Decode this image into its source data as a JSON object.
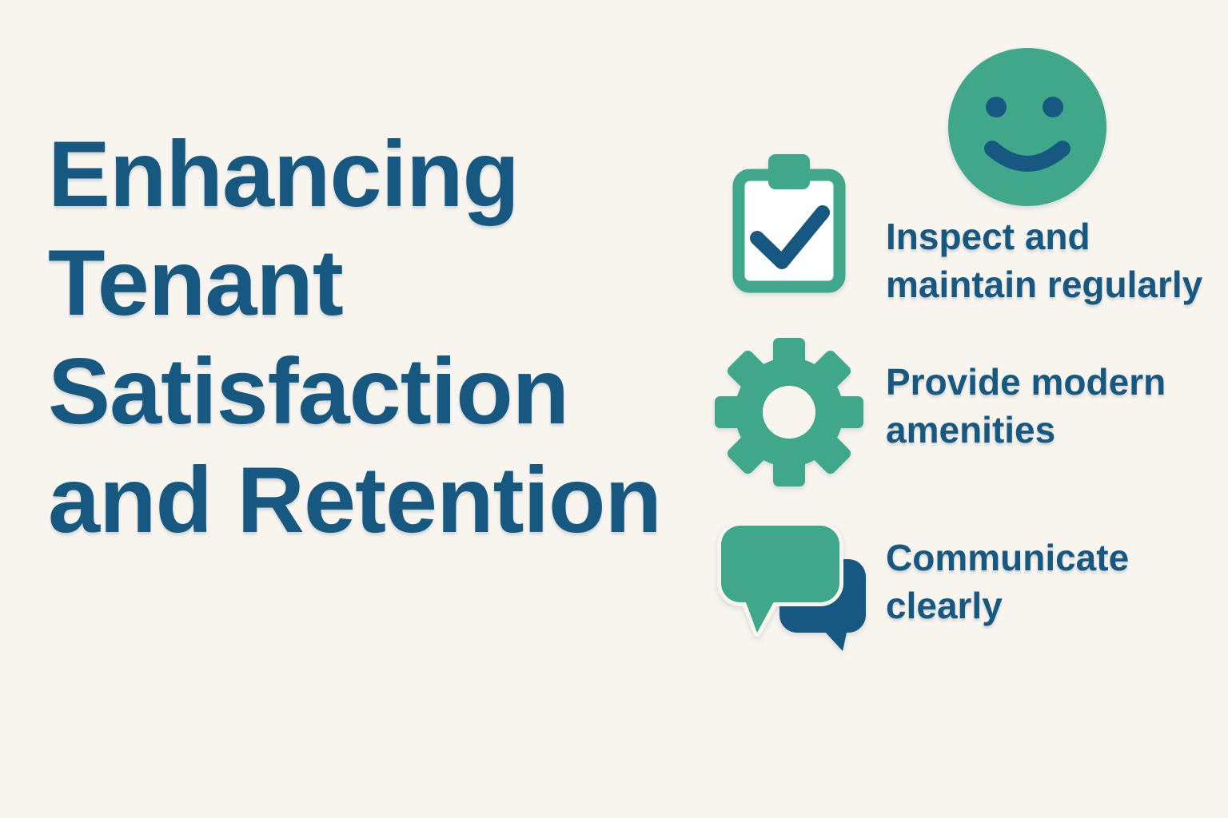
{
  "title": {
    "full_text": "Enhancing Tenant Satisfaction and Retention",
    "lines": [
      "Enhancing",
      "Tenant",
      "Satisfaction",
      "and Retention"
    ]
  },
  "header_icon": "smiley-face-icon",
  "items": [
    {
      "icon": "clipboard-check-icon",
      "label": "Inspect and maintain regularly"
    },
    {
      "icon": "gear-icon",
      "label": "Provide modern amenities"
    },
    {
      "icon": "chat-bubbles-icon",
      "label": "Communicate clearly"
    }
  ],
  "colors": {
    "background": "#F8F4EE",
    "dark_blue": "#16587F",
    "green": "#3FA78A",
    "clipboard_paper": "#FFFFFF"
  }
}
